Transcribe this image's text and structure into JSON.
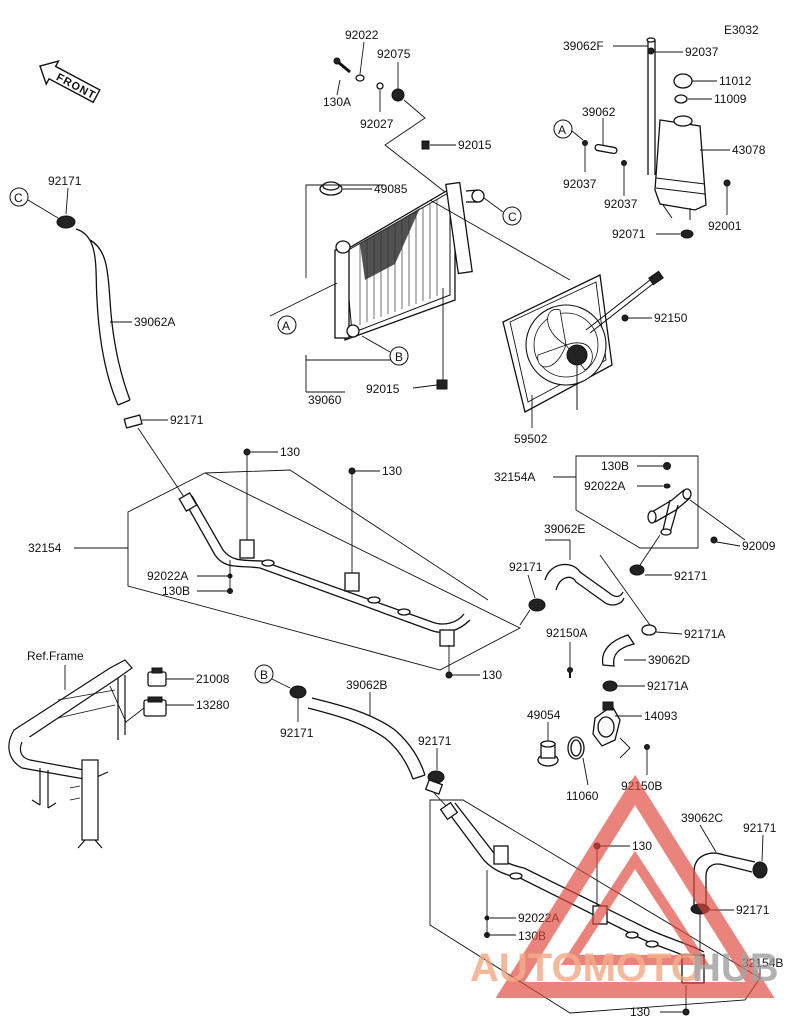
{
  "diagram_code": "E3032",
  "front_label": "FRONT",
  "ref_frame_label": "Ref.Frame",
  "callouts": {
    "A": "A",
    "B": "B",
    "C": "C"
  },
  "parts": {
    "p92022": "92022",
    "p92075": "92075",
    "p130A": "130A",
    "p92027": "92027",
    "p92015_top": "92015",
    "p49085": "49085",
    "p92171_c": "92171",
    "p39062A": "39062A",
    "p92171_a": "92171",
    "p39060": "39060",
    "p92015_bot": "92015",
    "p59502": "59502",
    "p92150": "92150",
    "p39062F": "39062F",
    "p92037_top": "92037",
    "p11012": "11012",
    "p11009": "11009",
    "p39062": "39062",
    "p43078": "43078",
    "p92037_l": "92037",
    "p92037_m": "92037",
    "p92001": "92001",
    "p92071": "92071",
    "p130_a": "130",
    "p130_b": "130",
    "p32154": "32154",
    "p92022A_a": "92022A",
    "p130B_a": "130B",
    "p130_c": "130",
    "p32154A": "32154A",
    "p130B_b": "130B",
    "p92022A_b": "92022A",
    "p92009": "92009",
    "p39062E": "39062E",
    "p92171_e": "92171",
    "p92171_f": "92171",
    "p92171A_a": "92171A",
    "p92150A": "92150A",
    "p39062D": "39062D",
    "p92171A_b": "92171A",
    "p21008": "21008",
    "p13280": "13280",
    "p39062B": "39062B",
    "p92171_g": "92171",
    "p92171_h": "92171",
    "p49054": "49054",
    "p14093": "14093",
    "p11060": "11060",
    "p92150B": "92150B",
    "p39062C": "39062C",
    "p92171_i": "92171",
    "p130_d": "130",
    "p92171_j": "92171",
    "p92022A_c": "92022A",
    "p130B_c": "130B",
    "p32154B": "32154B",
    "p130_e": "130"
  },
  "watermark": {
    "text_left": "AUTOMOTO",
    "text_right": "HUB",
    "color_left": "#f2a37c",
    "color_right": "#9a9a9a",
    "triangle_color": "#e0483c"
  }
}
